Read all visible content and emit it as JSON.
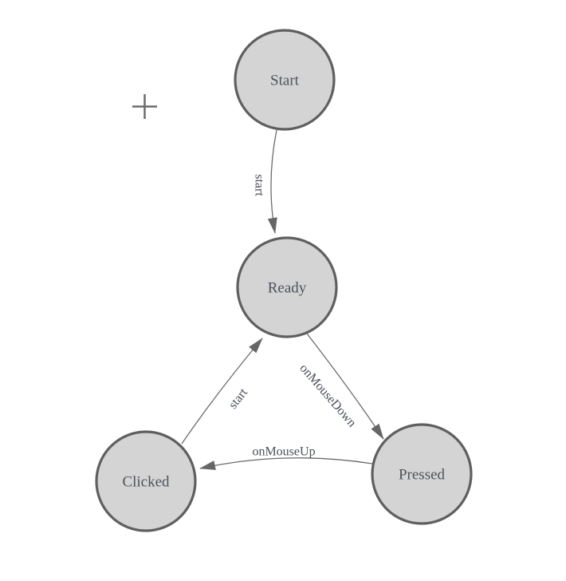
{
  "diagram": {
    "type": "state-machine",
    "background_color": "#ffffff",
    "node_fill_color": "#d4d4d4",
    "node_border_color": "#5f5f5f",
    "edge_color": "#6b6b6b",
    "arrowhead_color": "#666666",
    "text_color": "#4d525b",
    "nodes": [
      {
        "id": "start",
        "label": "Start"
      },
      {
        "id": "ready",
        "label": "Ready"
      },
      {
        "id": "clicked",
        "label": "Clicked"
      },
      {
        "id": "pressed",
        "label": "Pressed"
      }
    ],
    "edges": [
      {
        "from": "start",
        "to": "ready",
        "label": "start"
      },
      {
        "from": "ready",
        "to": "pressed",
        "label": "onMouseDown"
      },
      {
        "from": "pressed",
        "to": "clicked",
        "label": "onMouseUp"
      },
      {
        "from": "clicked",
        "to": "ready",
        "label": "start"
      }
    ],
    "icons": {
      "arrowhead": "filled-triangle",
      "crosshair": "plus"
    }
  }
}
